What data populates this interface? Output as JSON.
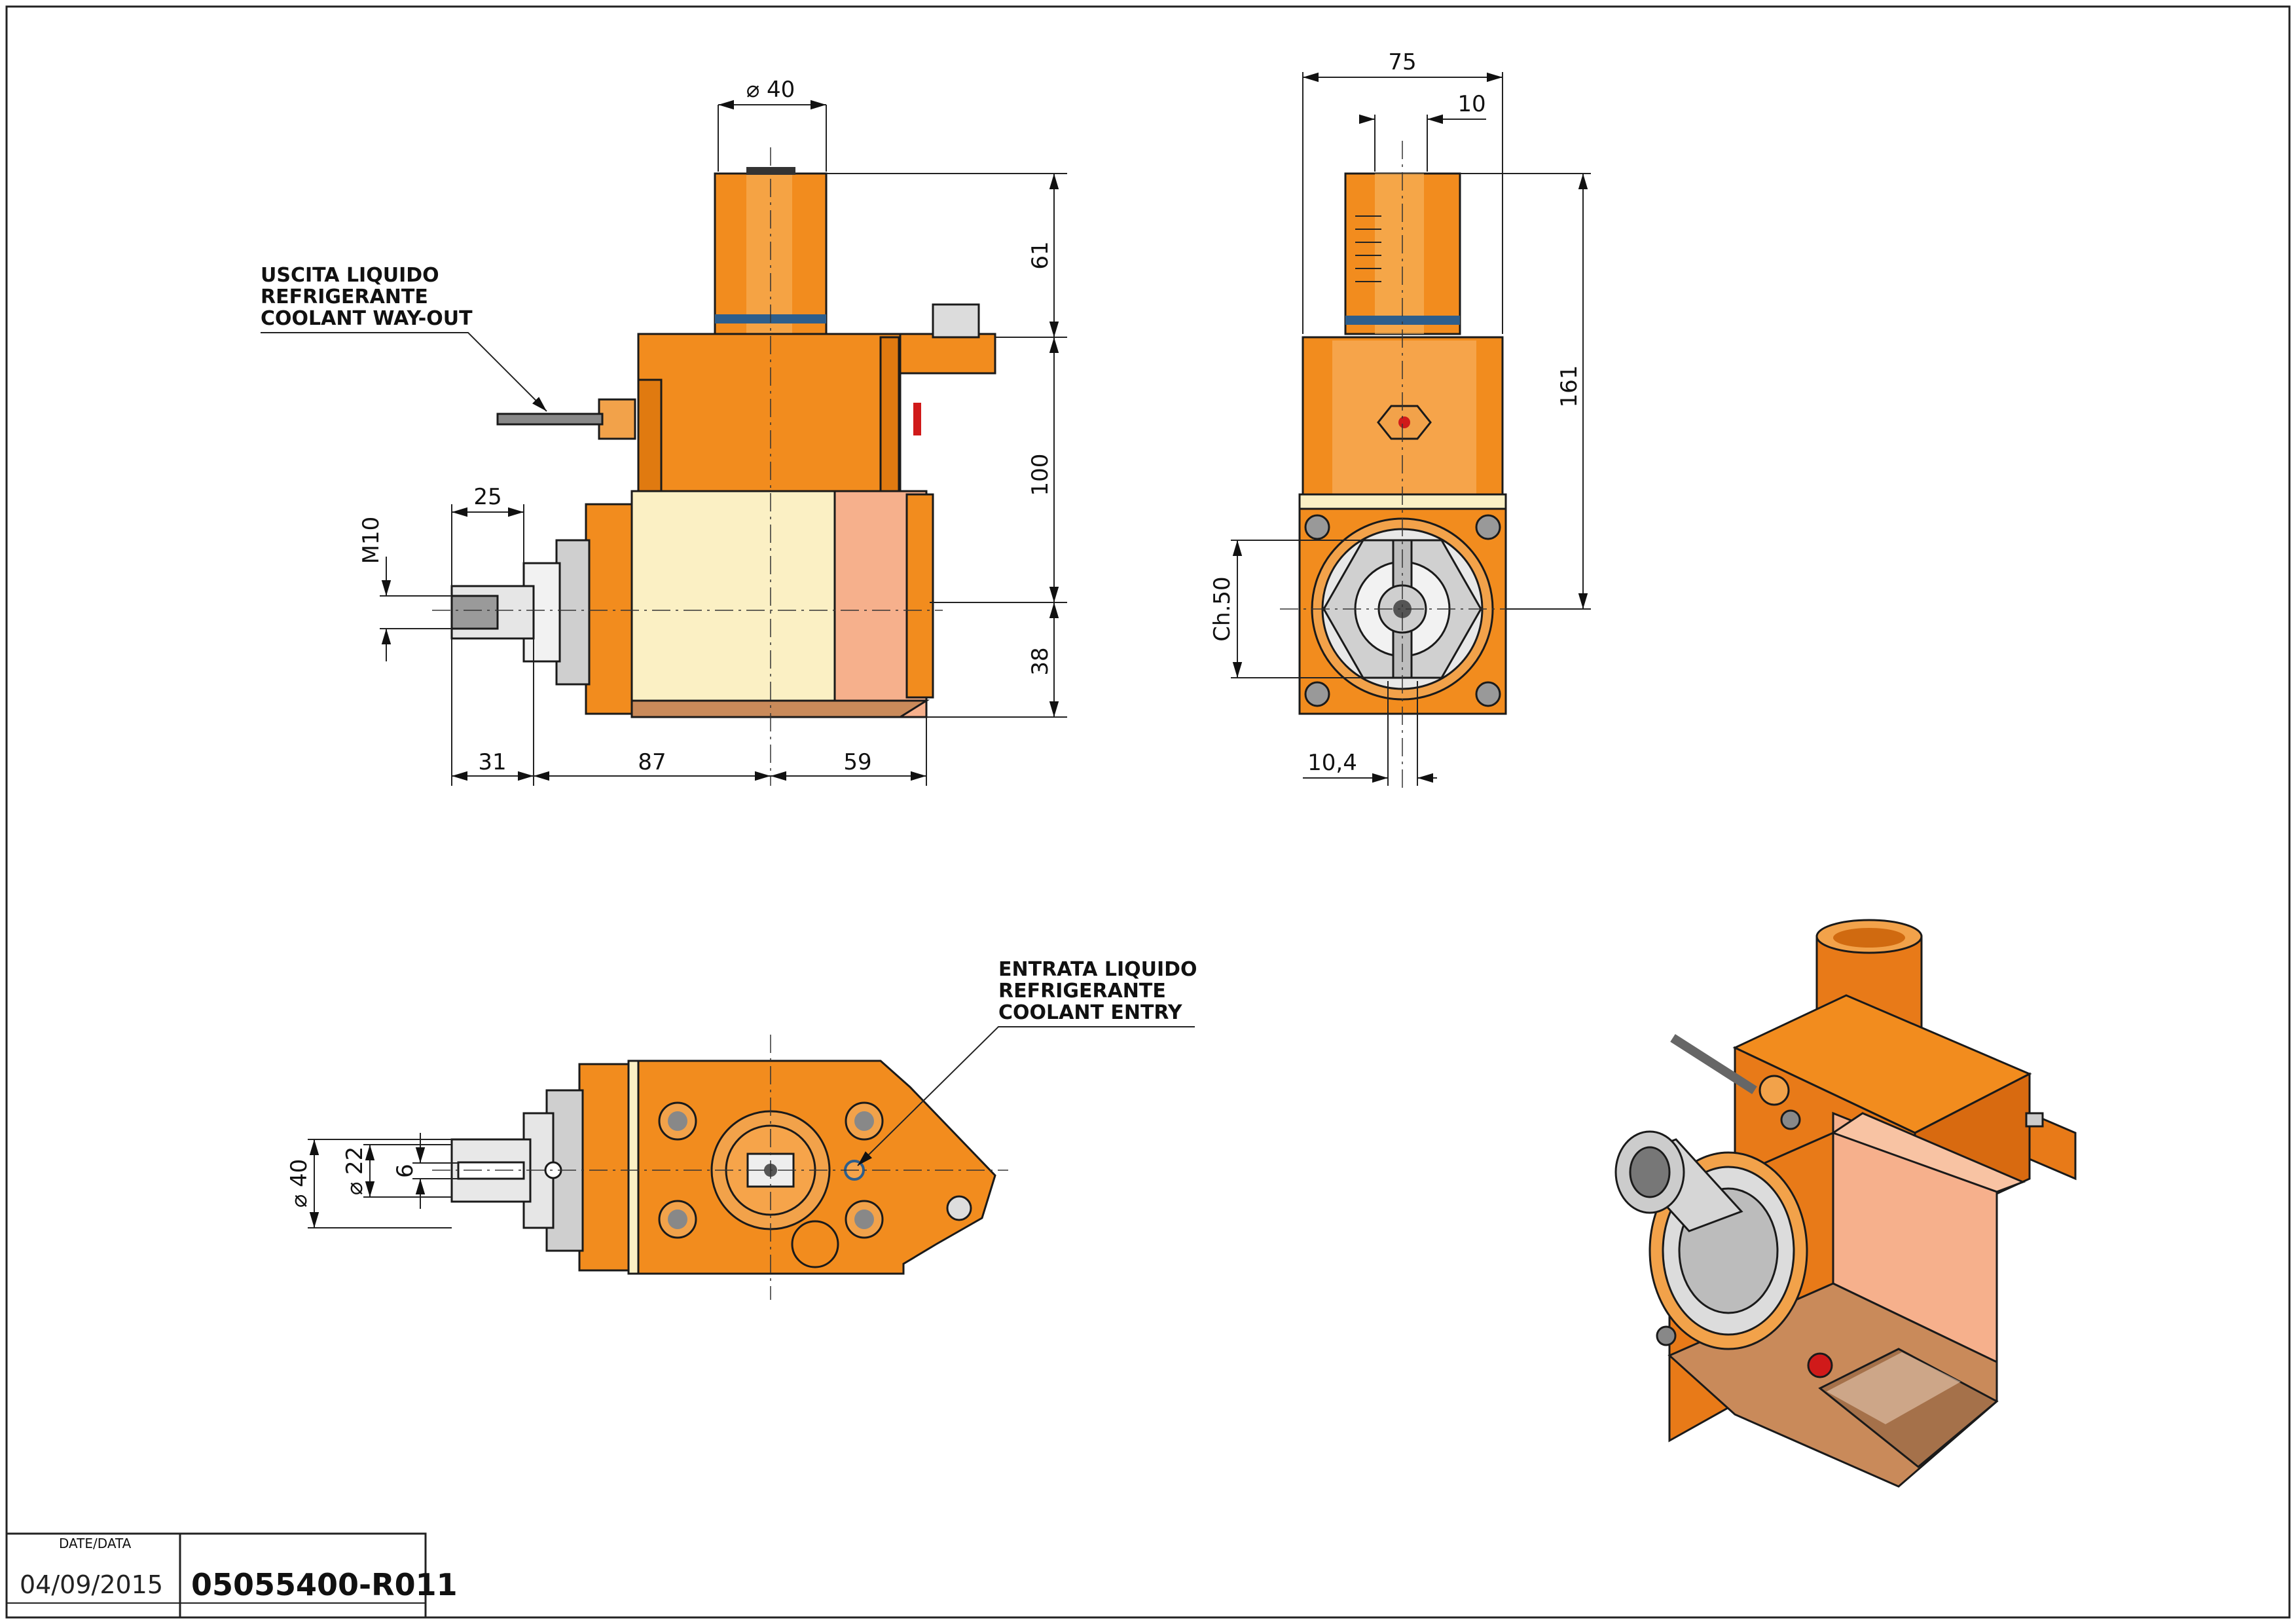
{
  "front_view": {
    "dims": {
      "d_top": "40",
      "h_top": "61",
      "h_mid": "100",
      "h_low": "38",
      "thread": "M10",
      "l_shaft": "25",
      "w_left": "31",
      "w_mid": "87",
      "w_right": "59"
    },
    "note_coolant_out": [
      "USCITA LIQUIDO",
      "REFRIGERANTE",
      "COOLANT WAY-OUT"
    ]
  },
  "side_view": {
    "dims": {
      "w_total": "75",
      "w_key": "10",
      "h_total": "161",
      "ch": "Ch.50",
      "offset": "10,4"
    }
  },
  "top_view": {
    "dims": {
      "d_outer": "40",
      "d_inner": "22",
      "key": "6"
    },
    "note_coolant_in": [
      "ENTRATA LIQUIDO",
      "REFRIGERANTE",
      "COOLANT ENTRY"
    ]
  },
  "title_block": {
    "date_label": "DATE/DATA",
    "date_value": "04/09/2015",
    "drawing_code": "05055400-R011"
  },
  "colors": {
    "body": "#f28c1e",
    "body_light": "#f7b764",
    "face_cream": "#fbf0c4",
    "face_salmon": "#f6b08c",
    "face_tan": "#c98a5a"
  }
}
